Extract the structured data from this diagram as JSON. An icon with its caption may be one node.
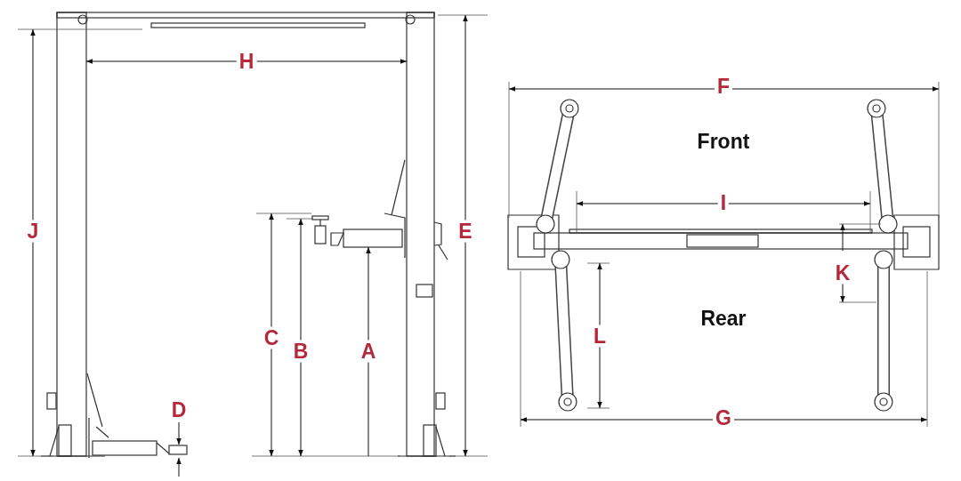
{
  "diagram": {
    "labels": [
      "H",
      "J",
      "E",
      "C",
      "B",
      "A",
      "D",
      "F",
      "Front",
      "I",
      "K",
      "Rear",
      "L",
      "G"
    ]
  }
}
